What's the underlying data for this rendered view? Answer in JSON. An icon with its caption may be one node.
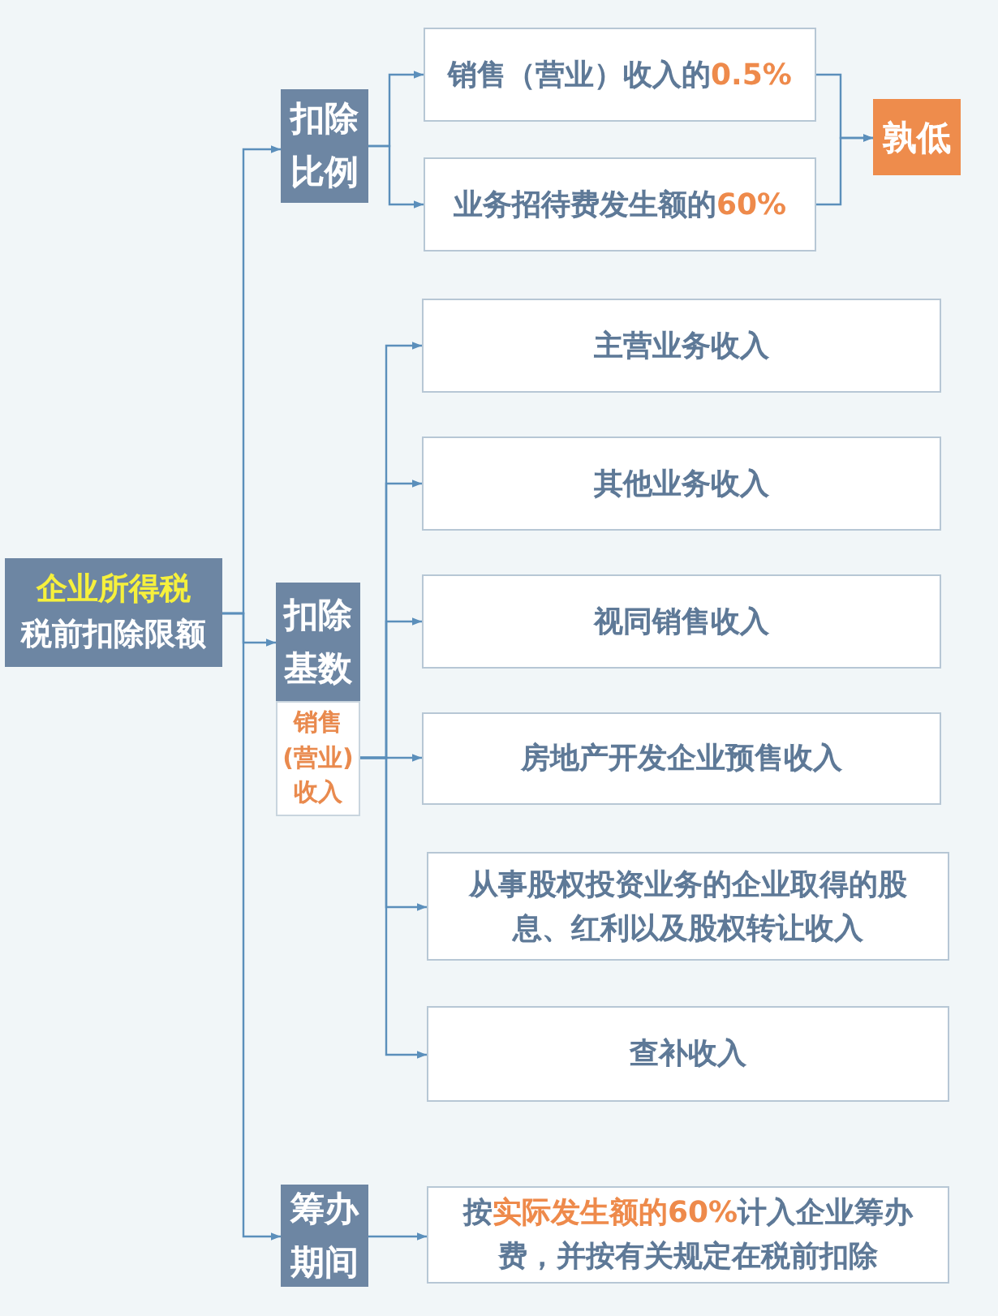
{
  "diagram": {
    "nodes": [
      {
        "text": [
          "企业所得税",
          "税前扣除限额"
        ]
      },
      {
        "text": [
          "扣除比例"
        ]
      },
      {
        "text": [
          "销售（营业）收入的**0.5%**"
        ]
      },
      {
        "text": [
          "业务招待费发生额的**60%**"
        ]
      },
      {
        "text": [
          "孰低"
        ]
      },
      {
        "text": [
          "扣除基数"
        ]
      },
      {
        "text": [
          "销售(营业)收入"
        ]
      },
      {
        "text": [
          "主营业务收入"
        ]
      },
      {
        "text": [
          "其他业务收入"
        ]
      },
      {
        "text": [
          "视同销售收入"
        ]
      },
      {
        "text": [
          "房地产开发企业预售收入"
        ]
      },
      {
        "text": [
          "从事股权投资业务的企业取得的股息、红利以及股权转让收入"
        ]
      },
      {
        "text": [
          "查补收入"
        ]
      },
      {
        "text": [
          "筹办期间"
        ]
      },
      {
        "text": [
          "按**实际发生额的60%**计入企业筹办费，并按有关规定在税前扣除"
        ]
      }
    ],
    "edges": [
      {
        "from": 0,
        "to": 1,
        "arrow": "to"
      },
      {
        "from": 0,
        "to": 5,
        "arrow": "to"
      },
      {
        "from": 0,
        "to": 13,
        "arrow": "to"
      },
      {
        "from": 1,
        "to": 2,
        "arrow": "to"
      },
      {
        "from": 1,
        "to": 3,
        "arrow": "to"
      },
      {
        "from": 2,
        "to": 4,
        "arrow": "to"
      },
      {
        "from": 3,
        "to": 4,
        "arrow": "to"
      },
      {
        "from": 6,
        "to": 7,
        "arrow": "to"
      },
      {
        "from": 6,
        "to": 8,
        "arrow": "to"
      },
      {
        "from": 6,
        "to": 9,
        "arrow": "to"
      },
      {
        "from": 6,
        "to": 10,
        "arrow": "to"
      },
      {
        "from": 6,
        "to": 11,
        "arrow": "to"
      },
      {
        "from": 6,
        "to": 12,
        "arrow": "to"
      },
      {
        "from": 13,
        "to": 14,
        "arrow": "to"
      }
    ]
  }
}
